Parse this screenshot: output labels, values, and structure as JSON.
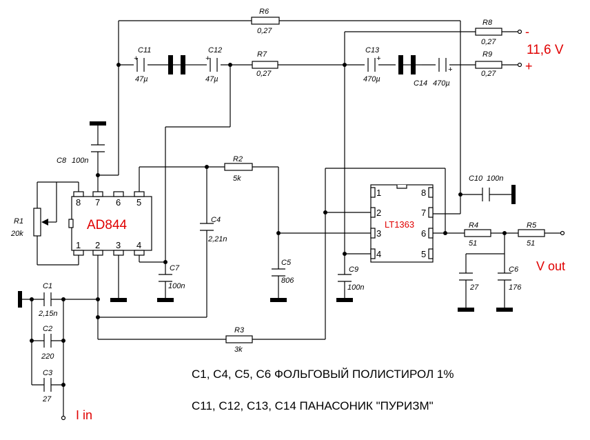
{
  "ad844": {
    "name": "AD844",
    "pins": {
      "1": "1",
      "2": "2",
      "3": "3",
      "4": "4",
      "5": "5",
      "6": "6",
      "7": "7",
      "8": "8"
    }
  },
  "lt1363": {
    "name": "LT1363",
    "pins": {
      "1": "1",
      "2": "2",
      "3": "3",
      "4": "4",
      "5": "5",
      "6": "6",
      "7": "7",
      "8": "8"
    }
  },
  "marks": {
    "plus": "+"
  },
  "labels": {
    "R6": {
      "name": "R6",
      "value": "0,27"
    },
    "R7": {
      "name": "R7",
      "value": "0,27"
    },
    "R8": {
      "name": "R8",
      "value": "0,27"
    },
    "R9": {
      "name": "R9",
      "value": "0,27"
    },
    "C11": {
      "name": "C11",
      "value": "47µ"
    },
    "C12": {
      "name": "C12",
      "value": "47µ"
    },
    "C13": {
      "name": "C13",
      "value": "470µ"
    },
    "C14": {
      "name": "C14",
      "value": "470µ"
    },
    "C8": {
      "name": "C8",
      "value": "100n"
    },
    "R1": {
      "name": "R1",
      "value": "20k"
    },
    "R2": {
      "name": "R2",
      "value": "5k"
    },
    "C4": {
      "name": "C4",
      "value": "2,21n"
    },
    "C7": {
      "name": "C7",
      "value": "100n"
    },
    "C5": {
      "name": "C5",
      "value": "806"
    },
    "C9": {
      "name": "C9",
      "value": "100n"
    },
    "C10": {
      "name": "C10",
      "value": "100n"
    },
    "R4": {
      "name": "R4",
      "value": "51"
    },
    "R5": {
      "name": "R5",
      "value": "51"
    },
    "C27": {
      "value": "27"
    },
    "C6": {
      "name": "C6",
      "value": "176"
    },
    "R3": {
      "name": "R3",
      "value": "3k"
    },
    "C1": {
      "name": "C1",
      "value": "2,15n"
    },
    "C2": {
      "name": "C2",
      "value": "220"
    },
    "C3": {
      "name": "C3",
      "value": "27"
    }
  },
  "supply": {
    "minus": "-",
    "voltage": "11,6 V",
    "plus": "+"
  },
  "io": {
    "vout": "V out",
    "iin": "I in"
  },
  "notes": [
    "C1, C4, C5, C6 ФОЛЬГОВЫЙ ПОЛИСТИРОЛ 1%",
    "C11, C12, C13, C14 ПАНАСОНИК \"ПУРИЗМ\""
  ]
}
